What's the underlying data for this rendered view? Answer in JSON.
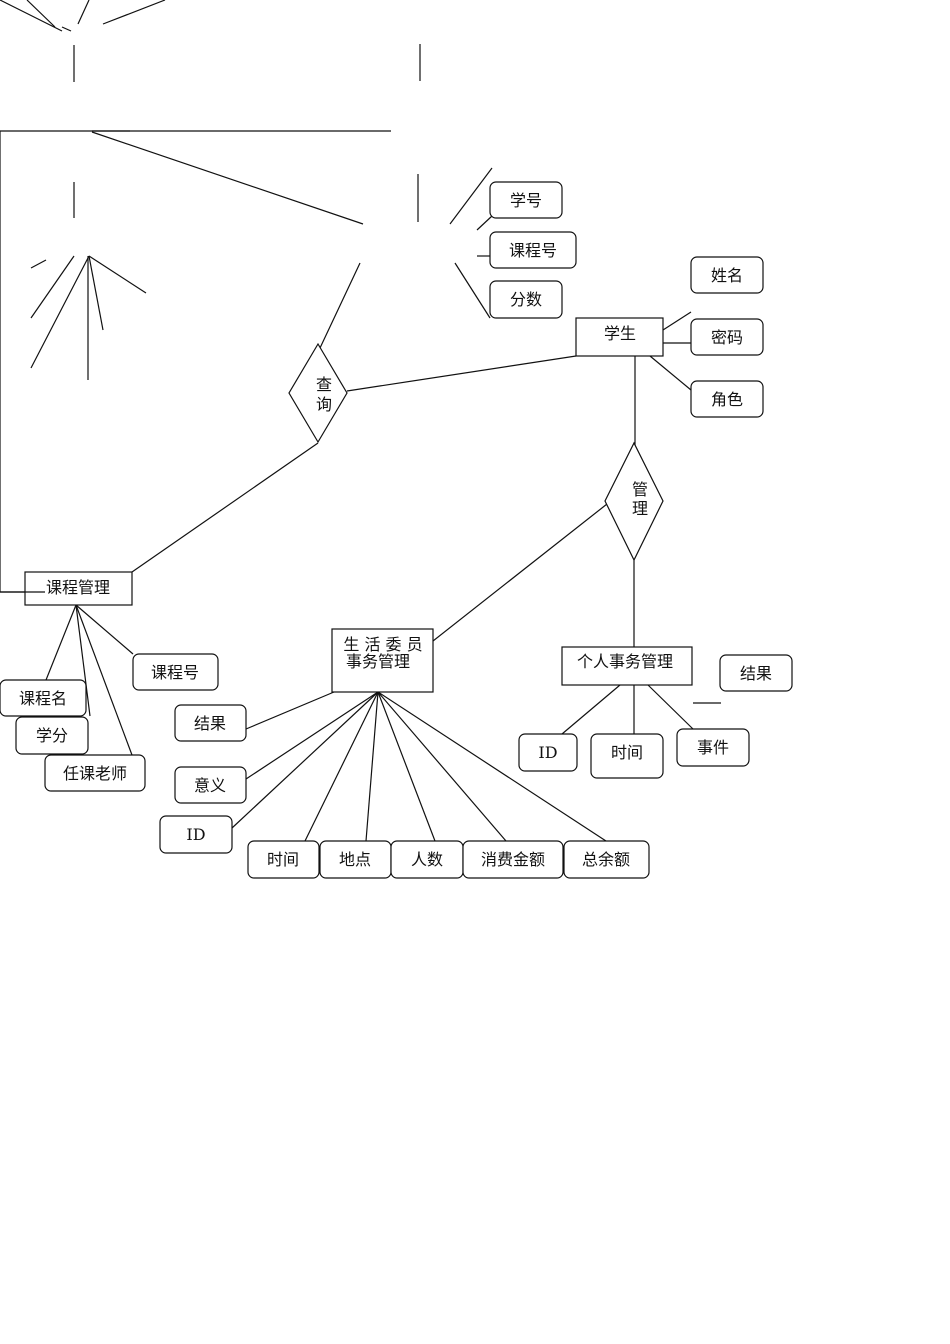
{
  "entities": {
    "student": "学生",
    "course_mgmt": "课程管理",
    "life_committee_line1": "生 活 委 员",
    "life_committee_line2": "事务管理",
    "personal_affairs": "个人事务管理"
  },
  "relations": {
    "query_1": "查",
    "query_2": "询",
    "manage_1": "管",
    "manage_2": "理"
  },
  "attributes": {
    "score_student_id": "学号",
    "score_course_id": "课程号",
    "score_value": "分数",
    "student_name": "姓名",
    "student_password": "密码",
    "student_role": "角色",
    "course_id": "课程号",
    "course_name": "课程名",
    "course_credit": "学分",
    "course_teacher": "任课老师",
    "life_result": "结果",
    "life_meaning": "意义",
    "life_id": "ID",
    "life_time": "时间",
    "life_place": "地点",
    "life_count": "人数",
    "life_spend": "消费金额",
    "life_balance": "总余额",
    "personal_id": "ID",
    "personal_time": "时间",
    "personal_event": "事件",
    "personal_result": "结果"
  }
}
